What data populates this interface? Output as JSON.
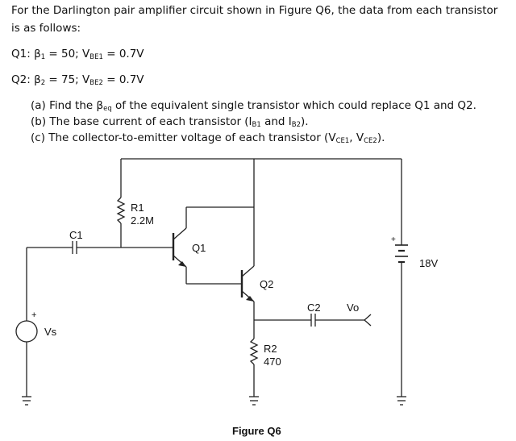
{
  "problem": {
    "intro": "For the Darlington pair amplifier circuit shown in Figure Q6, the data from each transistor is as follows:",
    "q1": {
      "name": "Q1:",
      "beta_sym": "β",
      "beta_sub": "1",
      "beta_val": "= 50;",
      "vbe_sym": "V",
      "vbe_sub": "BE1",
      "vbe_val": "= 0.7V"
    },
    "q2": {
      "name": "Q2:",
      "beta_sym": "β",
      "beta_sub": "2",
      "beta_val": "= 75;",
      "vbe_sym": "V",
      "vbe_sub": "BE2",
      "vbe_val": "= 0.7V"
    },
    "part_a": {
      "pre": "(a) Find the β",
      "sub": "eq",
      "post": " of the equivalent single transistor which could replace Q1 and Q2."
    },
    "part_b": {
      "pre": "(b) The base current of each transistor (I",
      "sub1": "B1",
      "mid": " and I",
      "sub2": "B2",
      "post": ")."
    },
    "part_c": {
      "pre": "(c) The collector-to-emitter voltage of each transistor (V",
      "sub1": "CE1",
      "mid": ", V",
      "sub2": "CE2",
      "post": ")."
    }
  },
  "circuit": {
    "r1_name": "R1",
    "r1_value": "2.2M",
    "c1_name": "C1",
    "q1_name": "Q1",
    "q2_name": "Q2",
    "c2_name": "C2",
    "vo_label": "Vo",
    "r2_name": "R2",
    "r2_value": "470",
    "supply_value": "18V",
    "source_name": "Vs",
    "plus_sign": "+"
  },
  "figure_caption": "Figure Q6"
}
